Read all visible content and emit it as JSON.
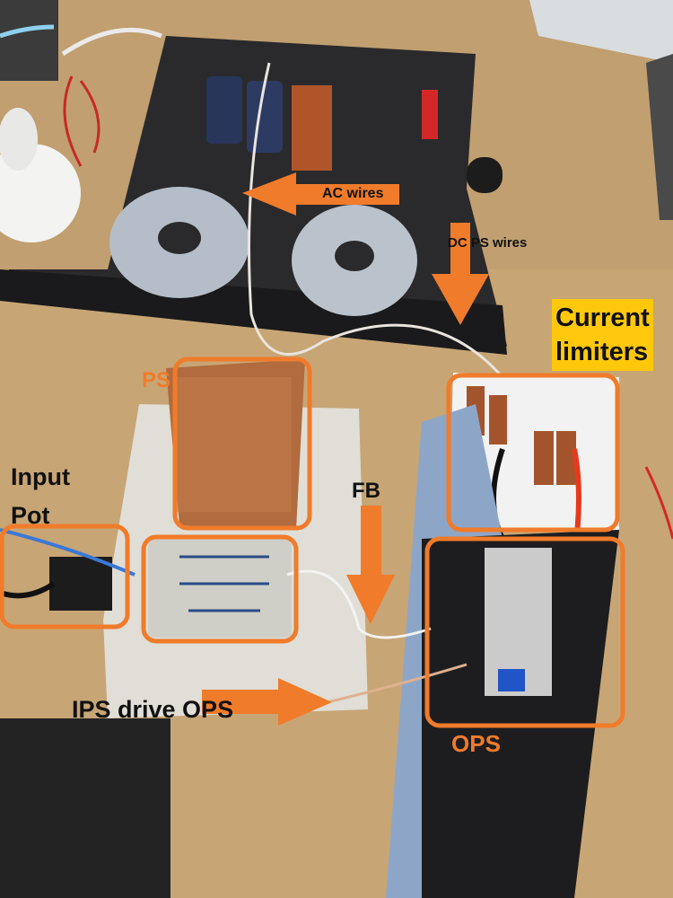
{
  "labels": {
    "ac_wires": "AC wires",
    "dc_ps_wires": "DC PS wires",
    "current_limiters_line1": "Current",
    "current_limiters_line2": "limiters",
    "ps": "PS",
    "input_pot_line1": "Input",
    "input_pot_line2": "Pot",
    "fb": "FB",
    "ips_drive_ops": "IPS drive OPS",
    "ops": "OPS"
  },
  "colors": {
    "annotation_orange": "#f07b2a",
    "highlight_yellow": "#ffc80b"
  }
}
